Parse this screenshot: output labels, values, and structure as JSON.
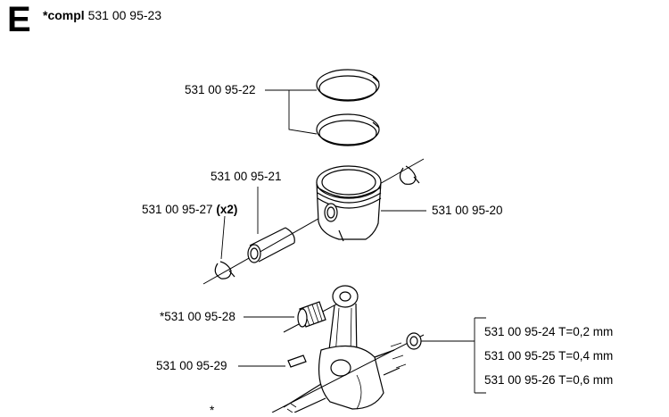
{
  "section": {
    "letter": "E",
    "prefix": "*compl",
    "number": "531 00 95-23"
  },
  "parts": {
    "rings": "531 00 95-22",
    "pin": "531 00 95-21",
    "circlip": "531 00 95-27",
    "circlip_qty": "(x2)",
    "piston": "531 00 95-20",
    "bearing": "*531 00 95-28",
    "key": "531 00 95-29",
    "shim_1": "531 00 95-24 T=0,2 mm",
    "shim_2": "531 00 95-25 T=0,4 mm",
    "shim_3": "531 00 95-26 T=0,6 mm",
    "footnote_star": "*"
  }
}
